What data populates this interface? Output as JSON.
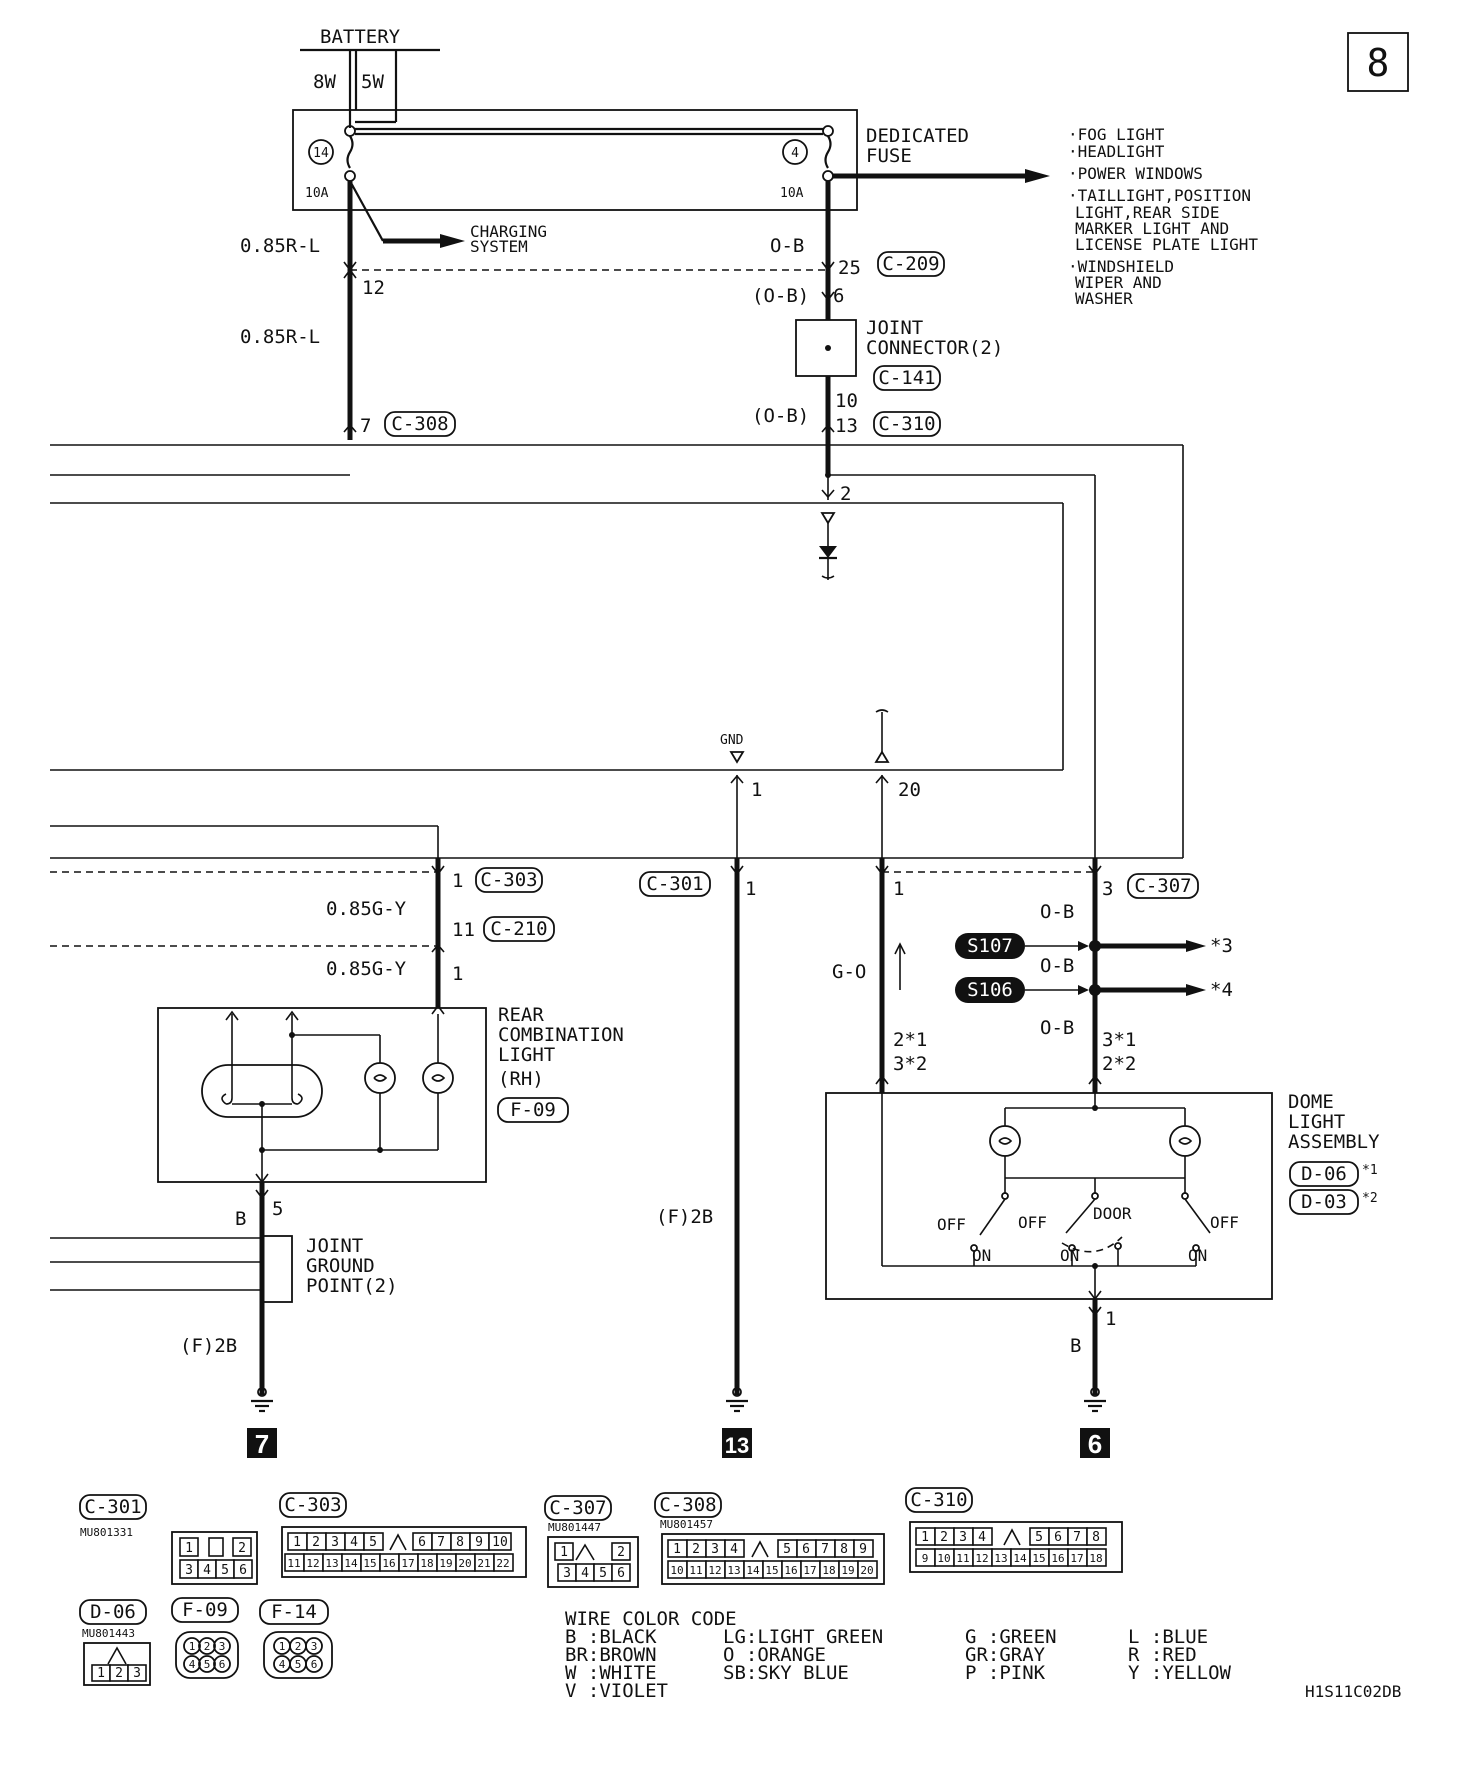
{
  "page": {
    "page_number": "8",
    "doc_code": "H1S11C02DB"
  },
  "power": {
    "battery": "BATTERY",
    "fuse_8w": "8W",
    "fuse_5w": "5W",
    "fuse_box_label_1": "DEDICATED",
    "fuse_box_label_2": "FUSE",
    "fuse_a_num": "14",
    "fuse_a_amp": "10A",
    "fuse_b_num": "4",
    "fuse_b_amp": "10A",
    "charging_1": "CHARGING",
    "charging_2": "SYSTEM",
    "loads": [
      "·FOG LIGHT",
      "·HEADLIGHT",
      "·POWER WINDOWS",
      "·TAILLIGHT,POSITION",
      "LIGHT,REAR SIDE",
      "MARKER LIGHT AND",
      "LICENSE PLATE LIGHT",
      "·WINDSHIELD",
      "WIPER AND",
      "WASHER"
    ]
  },
  "wires": {
    "r_l_1": "0.85R-L",
    "r_l_2": "0.85R-L",
    "ob_1": "O-B",
    "ob_2": "(O-B)",
    "ob_3": "(O-B)",
    "pin_12": "12",
    "pin_25": "25",
    "pin_6": "6",
    "pin_10": "10",
    "pin_13": "13",
    "pin_7": "7",
    "pin_2": "2",
    "gnd": "GND",
    "pin_1a": "1",
    "pin_20": "20",
    "gy_1": "0.85G-Y",
    "gy_2": "0.85G-Y",
    "pin_1b": "1",
    "pin_11": "11",
    "pin_1c": "1",
    "pin_1d": "1",
    "pin_1e": "1",
    "pin_3": "3",
    "go": "G-O",
    "ob_4": "O-B",
    "ob_5": "O-B",
    "ob_6": "O-B",
    "s107": "S107",
    "s106": "S106",
    "ref3": "*3",
    "ref4": "*4",
    "pin_2s1": "2*1",
    "pin_3s2": "3*2",
    "pin_3s1": "3*1",
    "pin_2s2": "2*2",
    "b_1": "B",
    "pin_5": "5",
    "f2b_1": "(F)2B",
    "f2b_2": "(F)2B",
    "b_2": "B",
    "pin_1f": "1"
  },
  "connectors": {
    "c209": "C-209",
    "c141": "C-141",
    "c310": "C-310",
    "c308": "C-308",
    "c303": "C-303",
    "c210": "C-210",
    "c301": "C-301",
    "c307": "C-307",
    "f09": "F-09",
    "d06": "D-06",
    "d03": "D-03",
    "star1": "*1",
    "star2": "*2"
  },
  "components": {
    "joint_conn_1": "JOINT",
    "joint_conn_2": "CONNECTOR(2)",
    "rear_1": "REAR",
    "rear_2": "COMBINATION",
    "rear_3": "LIGHT",
    "rear_4": "(RH)",
    "jgp_1": "JOINT",
    "jgp_2": "GROUND",
    "jgp_3": "POINT(2)",
    "dome_1": "DOME",
    "dome_2": "LIGHT",
    "dome_3": "ASSEMBLY",
    "off_1": "OFF",
    "off_2": "OFF",
    "door": "DOOR",
    "off_3": "OFF",
    "on_1": "ON",
    "on_2": "ON",
    "on_3": "ON"
  },
  "grounds": {
    "g7": "7",
    "g13": "13",
    "g6": "6"
  },
  "connector_views": {
    "c301_label": "C-301",
    "c301_part": "MU801331",
    "c301_pins": [
      "1",
      "2",
      "3",
      "4",
      "5",
      "6"
    ],
    "c303_label": "C-303",
    "c303_row1": [
      "1",
      "2",
      "3",
      "4",
      "5",
      "",
      "6",
      "7",
      "8",
      "9",
      "10"
    ],
    "c303_row2": [
      "11",
      "12",
      "13",
      "14",
      "15",
      "16",
      "17",
      "18",
      "19",
      "20",
      "21",
      "22"
    ],
    "c307_label": "C-307",
    "c307_part": "MU801447",
    "c307_pins": [
      "1",
      "2",
      "3",
      "4",
      "5",
      "6"
    ],
    "c308_label": "C-308",
    "c308_part": "MU801457",
    "c308_row1": [
      "1",
      "2",
      "3",
      "4",
      "",
      "5",
      "6",
      "7",
      "8",
      "9"
    ],
    "c308_row2": [
      "10",
      "11",
      "12",
      "13",
      "14",
      "15",
      "16",
      "17",
      "18",
      "19",
      "20"
    ],
    "c310_label": "C-310",
    "c310_row1": [
      "1",
      "2",
      "3",
      "4",
      "",
      "5",
      "6",
      "7",
      "8"
    ],
    "c310_row2": [
      "9",
      "10",
      "11",
      "12",
      "13",
      "14",
      "15",
      "16",
      "17",
      "18"
    ],
    "d06_label": "D-06",
    "d06_part": "MU801443",
    "d06_pins": [
      "1",
      "2",
      "3"
    ],
    "f09_label": "F-09",
    "f09_pins": [
      "1",
      "2",
      "3",
      "4",
      "5",
      "6"
    ],
    "f14_label": "F-14",
    "f14_pins": [
      "1",
      "2",
      "3",
      "4",
      "5",
      "6"
    ]
  },
  "wire_color_code": {
    "title": "WIRE COLOR CODE",
    "col1": [
      "B :BLACK",
      "BR:BROWN",
      "W :WHITE",
      "V :VIOLET"
    ],
    "col2": [
      "LG:LIGHT GREEN",
      "O :ORANGE",
      "SB:SKY BLUE"
    ],
    "col3": [
      "G :GREEN",
      "GR:GRAY",
      "P :PINK"
    ],
    "col4": [
      "L :BLUE",
      "R :RED",
      "Y :YELLOW"
    ]
  }
}
